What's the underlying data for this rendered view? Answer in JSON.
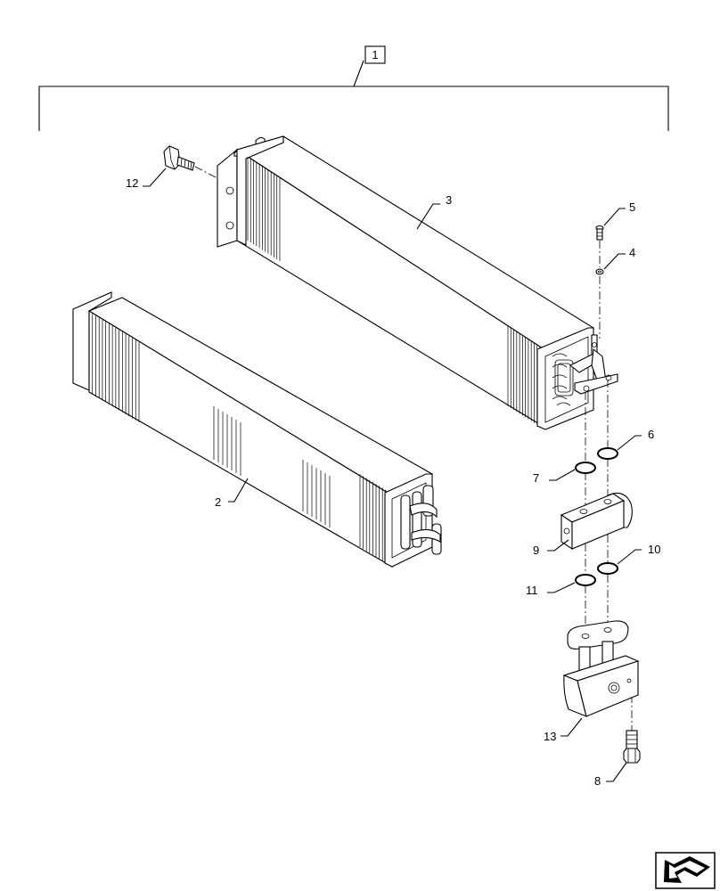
{
  "diagram": {
    "assembly_label": "1",
    "callouts": {
      "p2": "2",
      "p3": "3",
      "p4": "4",
      "p5": "5",
      "p6": "6",
      "p7": "7",
      "p8": "8",
      "p9": "9",
      "p10": "10",
      "p11": "11",
      "p12": "12",
      "p13": "13"
    },
    "icons": {
      "nav": "next-page-arrow-icon"
    }
  }
}
